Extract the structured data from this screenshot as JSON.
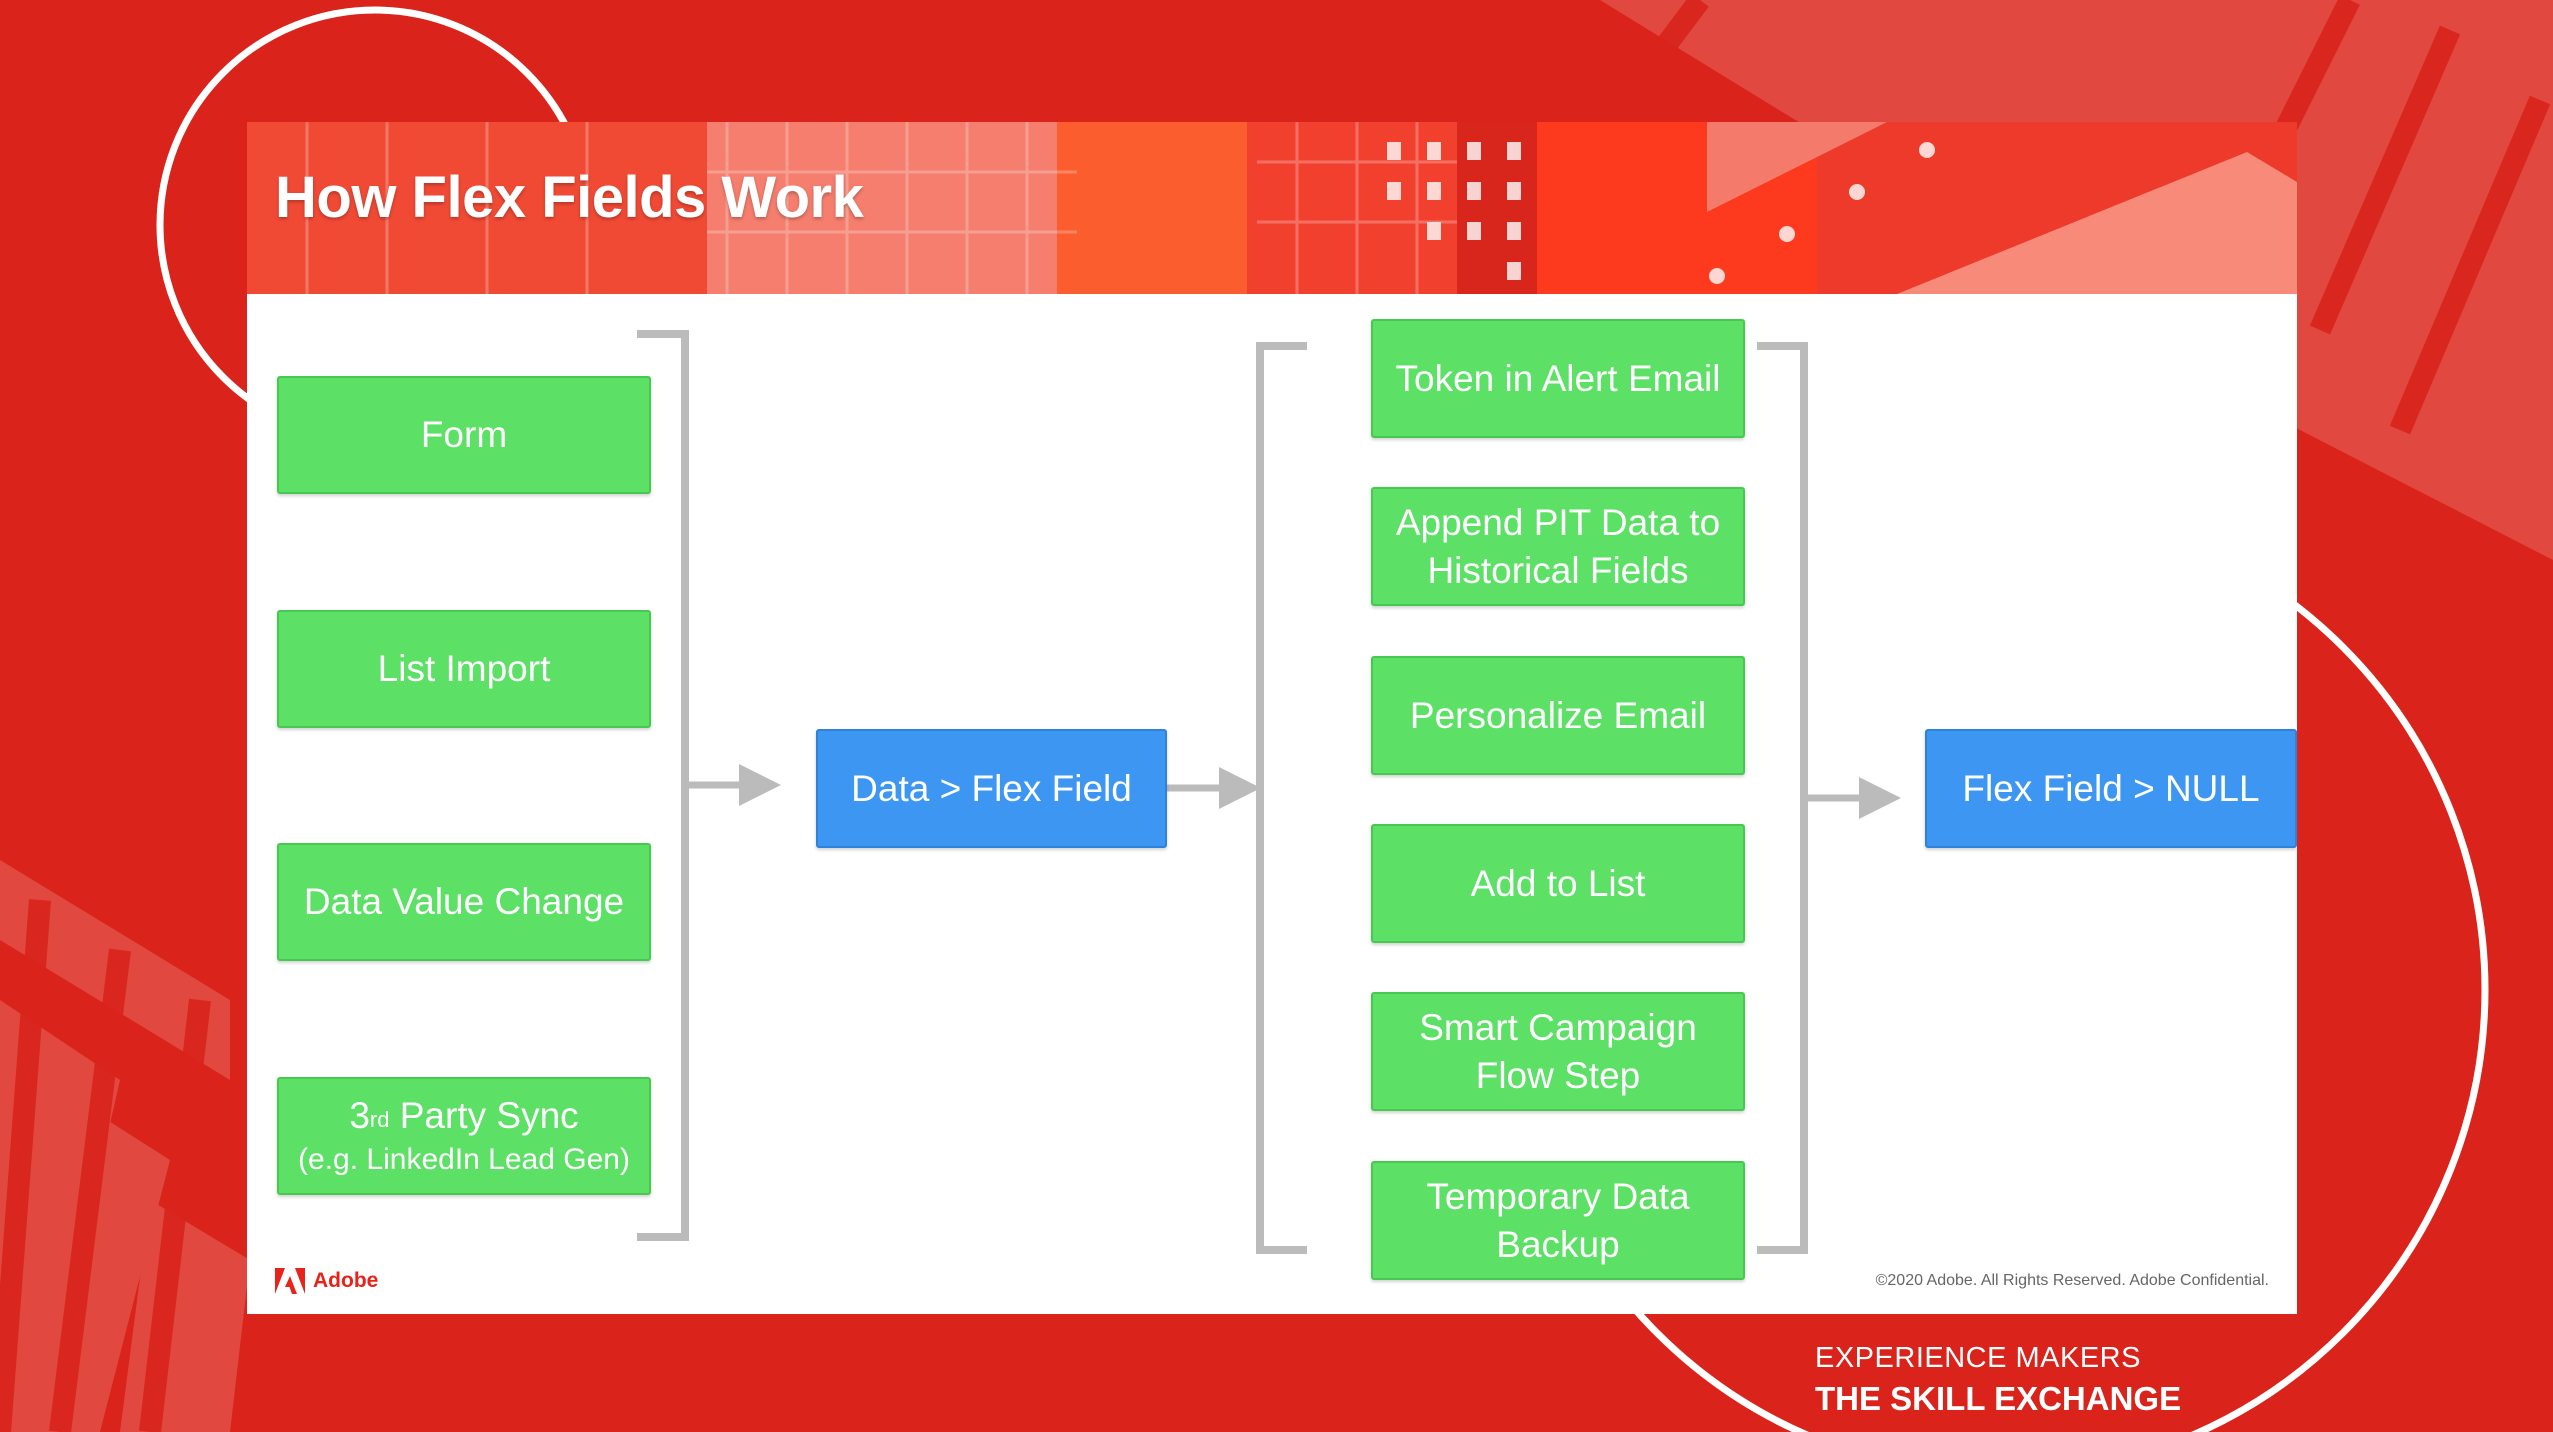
{
  "slide": {
    "title": "How Flex Fields Work",
    "brand": "Adobe",
    "copyright": "©2020 Adobe. All Rights Reserved. Adobe Confidential."
  },
  "diagram": {
    "sources": [
      "Form",
      "List Import",
      "Data Value Change"
    ],
    "third_party": {
      "prefix": "3",
      "sup": "rd",
      "main": " Party Sync",
      "sub": "(e.g. LinkedIn Lead Gen)"
    },
    "center": "Data > Flex Field",
    "uses": [
      [
        "Token in Alert Email"
      ],
      [
        "Append PIT Data to",
        "Historical Fields"
      ],
      [
        "Personalize Email"
      ],
      [
        "Add to List"
      ],
      [
        "Smart Campaign",
        "Flow Step"
      ],
      [
        "Temporary Data",
        "Backup"
      ]
    ],
    "result": "Flex Field > NULL"
  },
  "event": {
    "line1": "EXPERIENCE MAKERS",
    "line2": "THE SKILL EXCHANGE"
  },
  "colors": {
    "green": "#5ce066",
    "blue": "#3d96f2",
    "background": "#d9231b",
    "bracket": "#bbbbbb"
  }
}
